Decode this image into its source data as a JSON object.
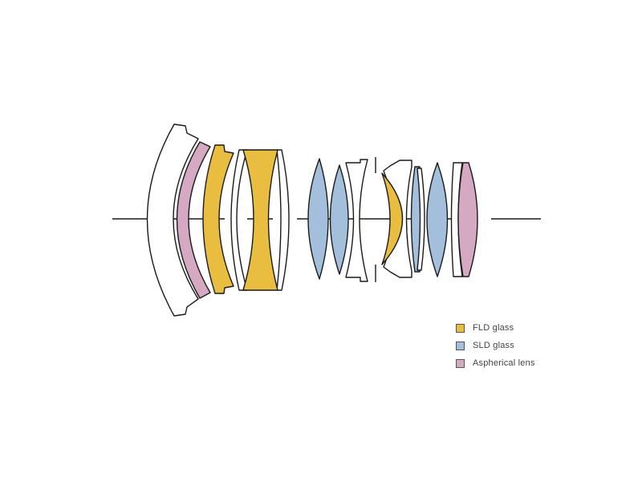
{
  "colors": {
    "fld": "#e9bd3f",
    "sld": "#a3bfdc",
    "aspherical": "#d6a9c3",
    "plain": "#ffffff",
    "outline": "#1a1a1a"
  },
  "legend": [
    {
      "key": "fld",
      "label": "FLD glass",
      "color": "#e9bd3f"
    },
    {
      "key": "sld",
      "label": "SLD glass",
      "color": "#a3bfdc"
    },
    {
      "key": "aspherical",
      "label": "Aspherical lens",
      "color": "#d6a9c3"
    }
  ]
}
